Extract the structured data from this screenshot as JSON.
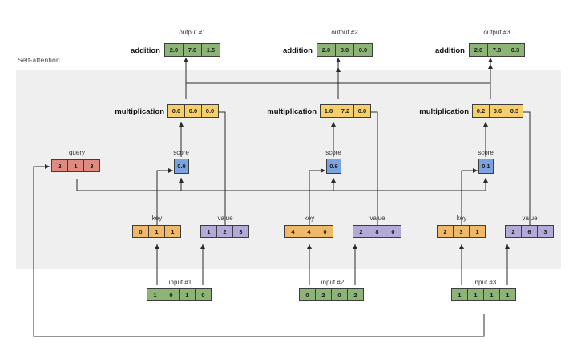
{
  "diagram": {
    "panel_label": "Self-attention",
    "labels": {
      "addition": "addition",
      "multiplication": "multiplication",
      "query": "query",
      "score": "score",
      "key": "key",
      "value": "value"
    },
    "colors": {
      "green": "#8bb476",
      "yellow": "#f6cf6a",
      "red": "#e08a82",
      "blue": "#7aa3e0",
      "orange": "#f0b96a",
      "purple": "#b4aad8",
      "panel": "#efefef",
      "stroke": "#3d3d3d"
    },
    "query_vector": [
      "2",
      "1",
      "3"
    ],
    "columns": [
      {
        "output_caption": "output #1",
        "output": [
          "2.0",
          "7.0",
          "1.5"
        ],
        "multiplication": [
          "0.0",
          "0.0",
          "0.0"
        ],
        "score": "0.0",
        "key": [
          "0",
          "1",
          "1"
        ],
        "value": [
          "1",
          "2",
          "3"
        ],
        "input_caption": "input #1",
        "input": [
          "1",
          "0",
          "1",
          "0"
        ]
      },
      {
        "output_caption": "output #2",
        "output": [
          "2.0",
          "8.0",
          "0.0"
        ],
        "multiplication": [
          "1.8",
          "7.2",
          "0.0"
        ],
        "score": "0.9",
        "key": [
          "4",
          "4",
          "0"
        ],
        "value": [
          "2",
          "8",
          "0"
        ],
        "input_caption": "input #2",
        "input": [
          "0",
          "2",
          "0",
          "2"
        ]
      },
      {
        "output_caption": "output #3",
        "output": [
          "2.0",
          "7.8",
          "0.3"
        ],
        "multiplication": [
          "0.2",
          "0.6",
          "0.3"
        ],
        "score": "0.1",
        "key": [
          "2",
          "3",
          "1"
        ],
        "value": [
          "2",
          "6",
          "3"
        ],
        "input_caption": "input #3",
        "input": [
          "1",
          "1",
          "1",
          "1"
        ]
      }
    ]
  }
}
